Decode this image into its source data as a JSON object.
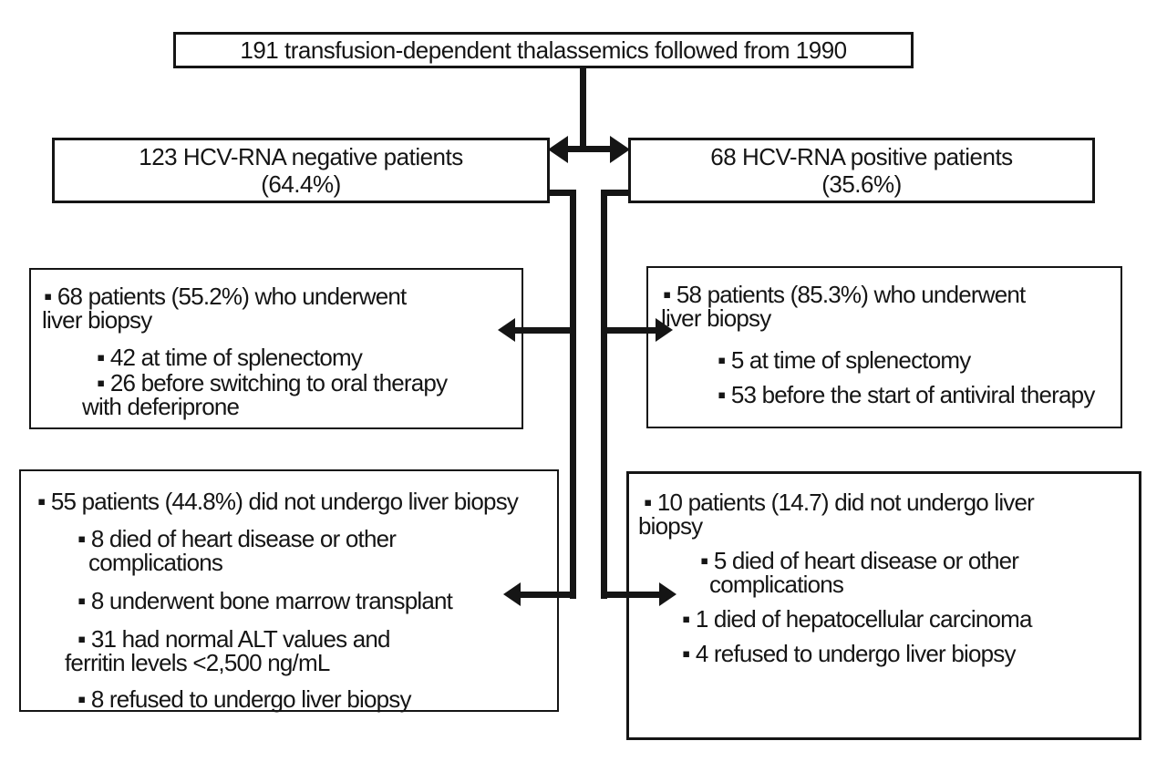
{
  "colors": {
    "ink": "#151515",
    "background": "#ffffff"
  },
  "flowchart": {
    "root_box": {
      "label": "191 transfusion-dependent thalassemics followed from 1990"
    },
    "negative_box": {
      "line1": "123 HCV-RNA negative patients",
      "line2": "(64.4%)"
    },
    "positive_box": {
      "line1": "68 HCV-RNA positive patients",
      "line2": "(35.6%)"
    },
    "negative_biopsy_box": {
      "lines": [
        "▪ 68 patients (55.2%) who underwent",
        "liver biopsy",
        "▪ 42 at time of splenectomy",
        "▪ 26 before switching to oral therapy",
        "with deferiprone"
      ]
    },
    "positive_biopsy_box": {
      "lines": [
        "▪ 58 patients (85.3%) who underwent",
        "liver biopsy",
        "▪ 5 at time of splenectomy",
        "▪ 53 before the start of antiviral therapy"
      ]
    },
    "negative_no_biopsy_box": {
      "lines": [
        "▪ 55 patients (44.8%) did not undergo liver biopsy",
        "▪ 8 died of heart disease or other",
        "complications",
        "▪ 8 underwent bone marrow transplant",
        "▪ 31 had normal ALT values and",
        "ferritin levels <2,500 ng/mL",
        "▪ 8 refused to undergo liver biopsy"
      ]
    },
    "positive_no_biopsy_box": {
      "lines": [
        "▪ 10 patients (14.7) did not undergo liver",
        "biopsy",
        "▪ 5 died of heart disease or other",
        "complications",
        "▪ 1 died of hepatocellular carcinoma",
        "▪ 4 refused to undergo liver biopsy"
      ]
    }
  }
}
